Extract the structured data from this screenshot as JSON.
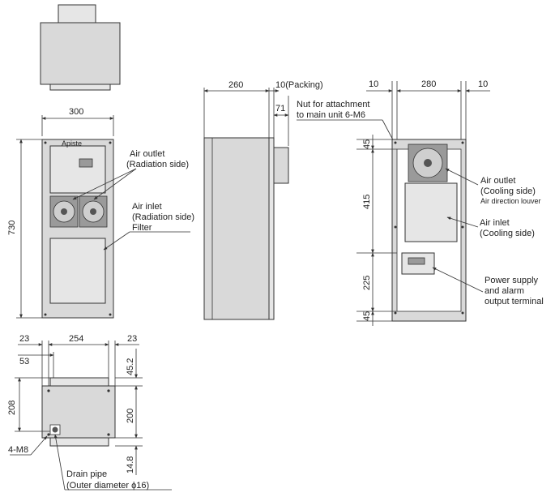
{
  "top_view": {},
  "front_view": {
    "width_dim": "300",
    "height_dim": "730",
    "logo": "Apiste",
    "air_outlet": "Air outlet",
    "air_outlet_sub": "(Radiation side)",
    "air_inlet": "Air inlet",
    "air_inlet_sub": "(Radiation side)",
    "filter": "Filter"
  },
  "side_view": {
    "depth_dim": "260",
    "packing_dim": "10(Packing)",
    "protrude_dim": "71"
  },
  "rear_view": {
    "left_margin": "10",
    "width_dim": "280",
    "right_margin": "10",
    "nut_line1": "Nut for attachment",
    "nut_line2": "to main unit 6-M6",
    "dim_45_top": "45",
    "dim_415": "415",
    "dim_225": "225",
    "dim_45_bottom": "45",
    "cool_outlet": "Air outlet",
    "cool_outlet_sub": "(Cooling side)",
    "louver": "Air direction louver",
    "cool_inlet": "Air inlet",
    "cool_inlet_sub": "(Cooling side)",
    "power_line1": "Power supply",
    "power_line2": "and alarm",
    "power_line3": "output terminal"
  },
  "bottom_view": {
    "dim_23_left": "23",
    "dim_254": "254",
    "dim_23_right": "23",
    "dim_53": "53",
    "dim_45_2": "45.2",
    "dim_208": "208",
    "dim_200": "200",
    "dim_14_8": "14.8",
    "bolts": "4-M8",
    "drain": "Drain pipe",
    "drain_sub": "(Outer diameter ϕ16)"
  }
}
